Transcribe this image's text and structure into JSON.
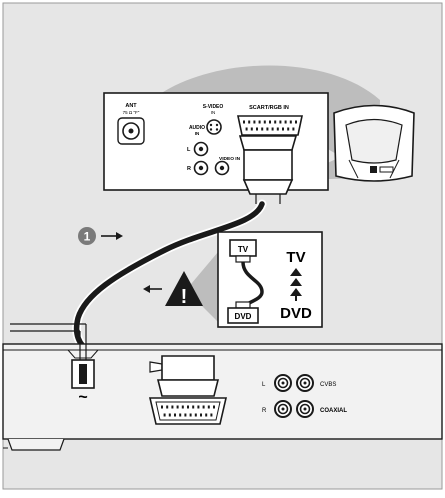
{
  "tv_panel": {
    "ant_label": "ANT",
    "ant_sub": "75 Ω \"F\"",
    "svideo_label": "S-VIDEO",
    "svideo_sub": "IN",
    "audio_label": "AUDIO",
    "audio_sub": "IN",
    "video_label": "VIDEO IN",
    "scart_label": "SCART/RGB IN",
    "left_label": "L",
    "right_label": "R"
  },
  "step": {
    "number": "1"
  },
  "scart_callout": {
    "tv_plug_label": "TV",
    "dvd_plug_label": "DVD",
    "tv_text": "TV",
    "dvd_text": "DVD"
  },
  "warning": {
    "symbol": "!"
  },
  "dvd_panel": {
    "cvbs_label": "CVBS",
    "coaxial_label": "COAXIAL",
    "left_label": "L",
    "right_label": "R",
    "power_symbol": "~"
  },
  "colors": {
    "background_panel": "#e6e6e6",
    "dvd_body": "#f2f2f2",
    "callout_fill": "#bdbdbd",
    "line": "#1a1a1a",
    "cable": "#1a1a1a",
    "badge": "#7a7a7a"
  }
}
